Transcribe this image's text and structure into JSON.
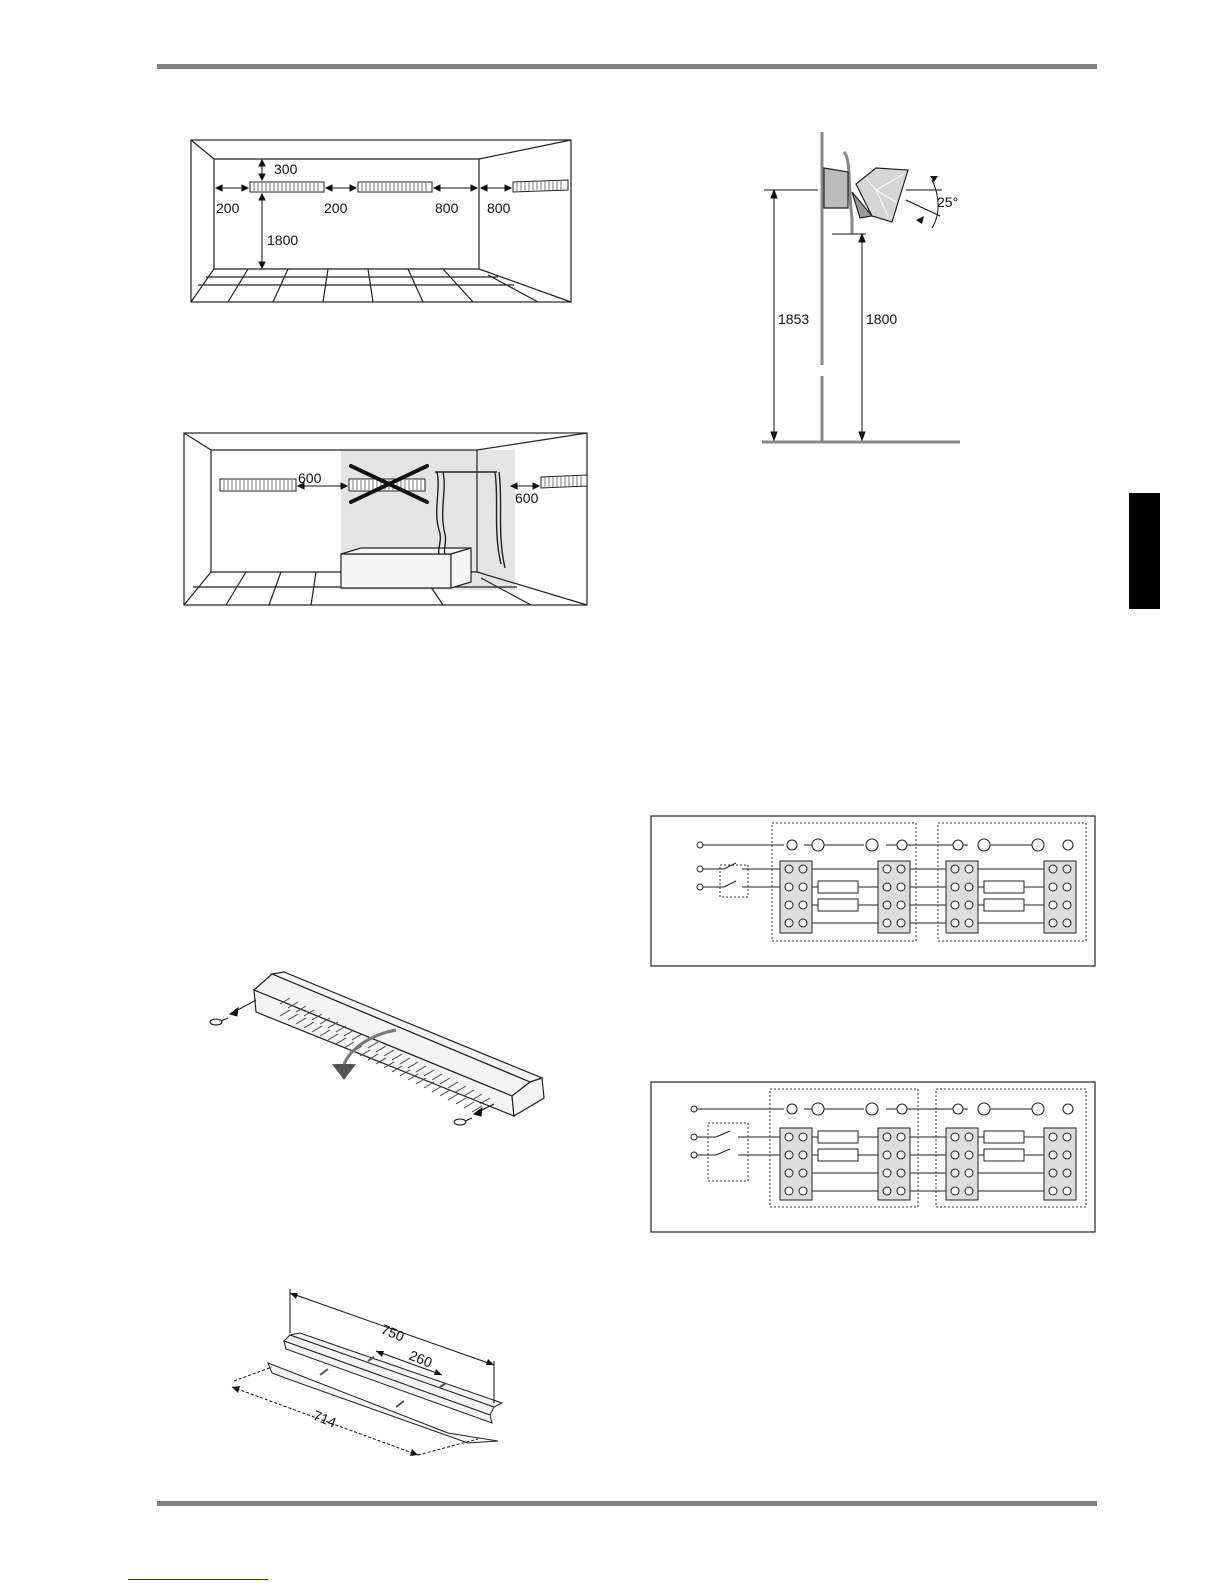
{
  "fig_room": {
    "dim_top": "300",
    "dim_left": "200",
    "dim_between": "200",
    "dim_right": "800",
    "dim_corner": "800",
    "dim_height": "1800"
  },
  "fig_bath": {
    "dim_left": "600",
    "dim_right": "600"
  },
  "fig_side": {
    "angle": "25°",
    "height_total": "1853",
    "height_bottom": "1800"
  },
  "fig_dims": {
    "length_overall": "750",
    "length_spacing": "260",
    "length_inner": "714"
  }
}
